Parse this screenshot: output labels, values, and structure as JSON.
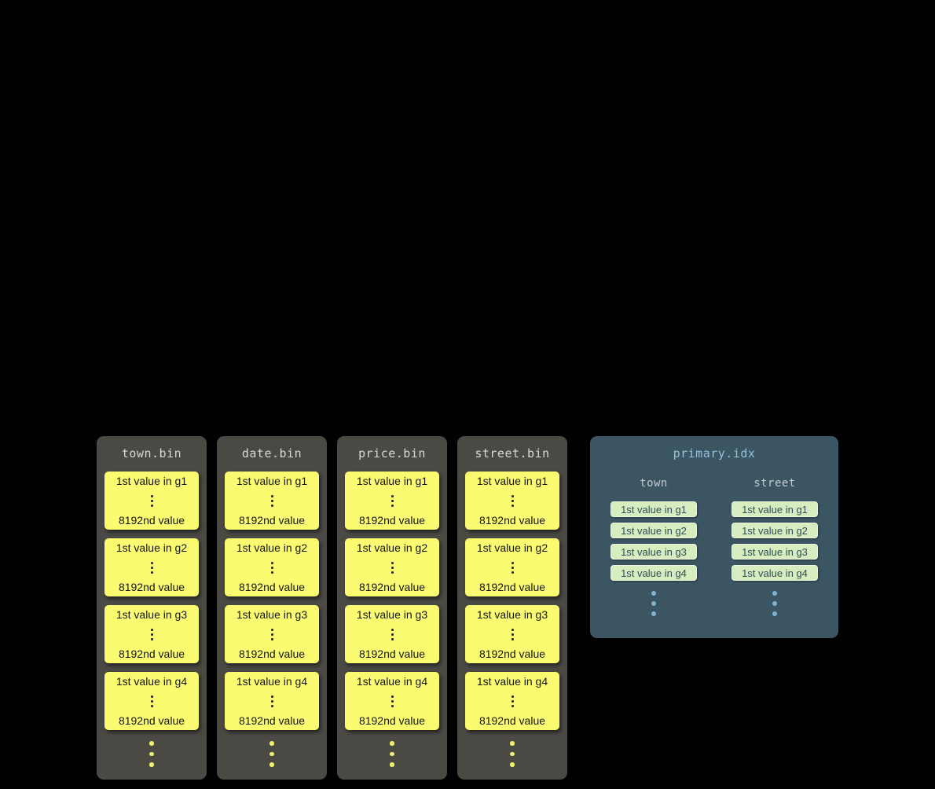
{
  "colors": {
    "background": "#000000",
    "bin_column_bg": "#4a4944",
    "bin_header_color": "#d9d8d3",
    "block_bg": "#fbfb72",
    "block_text": "#141414",
    "bin_dot_color": "#efef6d",
    "idx_panel_bg": "#3b5562",
    "idx_title_color": "#96c0dc",
    "idx_header_color": "#c1cbd0",
    "pill_bg": "#d7ecbf",
    "pill_text": "#2f4e59",
    "idx_dot_color": "#7fb3d1"
  },
  "bins": [
    {
      "title": "town.bin",
      "granules": [
        {
          "first": "1st value in g1",
          "last": "8192nd value"
        },
        {
          "first": "1st value in g2",
          "last": "8192nd value"
        },
        {
          "first": "1st value in g3",
          "last": "8192nd value"
        },
        {
          "first": "1st value in g4",
          "last": "8192nd value"
        }
      ]
    },
    {
      "title": "date.bin",
      "granules": [
        {
          "first": "1st value in g1",
          "last": "8192nd value"
        },
        {
          "first": "1st value in g2",
          "last": "8192nd value"
        },
        {
          "first": "1st value in g3",
          "last": "8192nd value"
        },
        {
          "first": "1st value in g4",
          "last": "8192nd value"
        }
      ]
    },
    {
      "title": "price.bin",
      "granules": [
        {
          "first": "1st value in g1",
          "last": "8192nd value"
        },
        {
          "first": "1st value in g2",
          "last": "8192nd value"
        },
        {
          "first": "1st value in g3",
          "last": "8192nd value"
        },
        {
          "first": "1st value in g4",
          "last": "8192nd value"
        }
      ]
    },
    {
      "title": "street.bin",
      "granules": [
        {
          "first": "1st value in g1",
          "last": "8192nd value"
        },
        {
          "first": "1st value in g2",
          "last": "8192nd value"
        },
        {
          "first": "1st value in g3",
          "last": "8192nd value"
        },
        {
          "first": "1st value in g4",
          "last": "8192nd value"
        }
      ]
    }
  ],
  "index": {
    "title": "primary.idx",
    "columns": [
      {
        "header": "town",
        "entries": [
          "1st value in g1",
          "1st value in g2",
          "1st value in g3",
          "1st value in g4"
        ]
      },
      {
        "header": "street",
        "entries": [
          "1st value in g1",
          "1st value in g2",
          "1st value in g3",
          "1st value in g4"
        ]
      }
    ]
  }
}
